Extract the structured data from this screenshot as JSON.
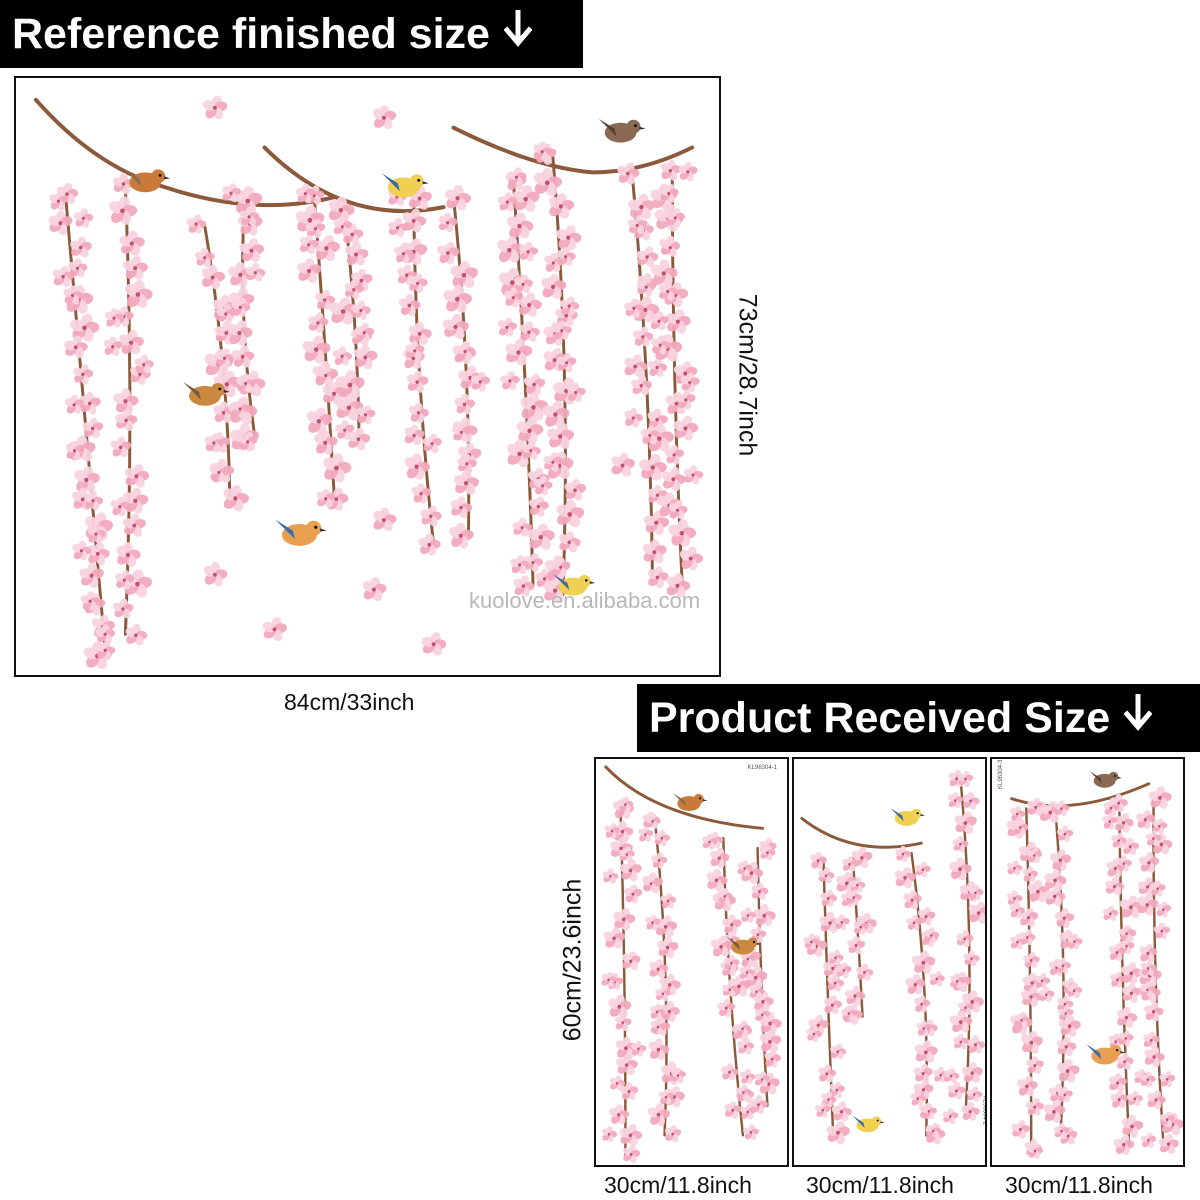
{
  "banners": {
    "reference": "Reference finished size",
    "received": "Product Received Size"
  },
  "icons": {
    "arrow": "arrow-down-icon"
  },
  "reference_panel": {
    "width_label": "84cm/33inch",
    "height_label": "73cm/28.7inch",
    "watermark": "kuolove.en.alibaba.com"
  },
  "received_panels": {
    "height_label": "60cm/23.6inch",
    "panel_width_labels": [
      "30cm/11.8inch",
      "30cm/11.8inch",
      "30cm/11.8inch"
    ],
    "sheet_codes": [
      "KL96304-1",
      "KL96304-2",
      "KL96304-3"
    ]
  },
  "colors": {
    "banner_bg": "#000000",
    "banner_text": "#ffffff",
    "blossom_pink": "#f2a9bd",
    "blossom_light": "#f8d3de",
    "branch_brown": "#8a5a3b"
  }
}
